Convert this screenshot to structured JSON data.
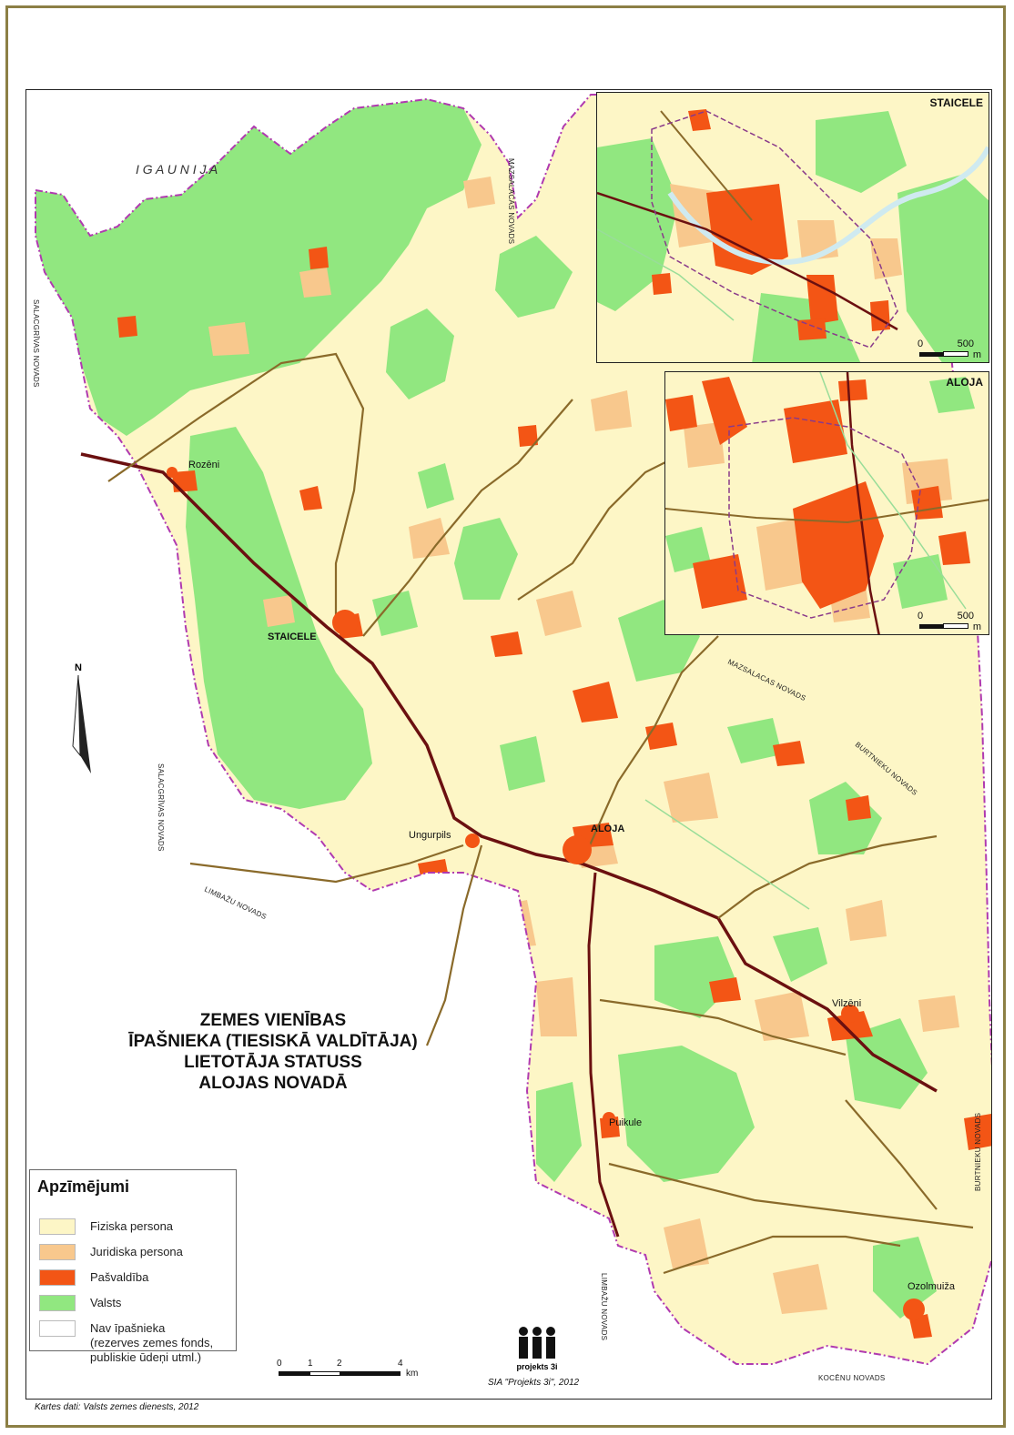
{
  "title": [
    "ZEMES VIENĪBAS",
    "ĪPAŠNIEKA (TIESISKĀ VALDĪTĀJA)",
    "LIETOTĀJA STATUSS",
    "ALOJAS NOVADĀ"
  ],
  "country_label": "I G A U N I J A",
  "neighbors": {
    "salacgrivas": "SALACGRĪVAS NOVADS",
    "mazsalacas": "MAZSALACAS NOVADS",
    "limbazu": "LIMBAŽU NOVADS",
    "burtnieku": "BURTNIEKU NOVADS",
    "kocenu": "KOCĒNU NOVADS"
  },
  "places": {
    "rozeni": "Rozēni",
    "staicele": "STAICELE",
    "ungurpils": "Ungurpils",
    "aloja": "ALOJA",
    "vilzeni": "Vilzēni",
    "puikule": "Puikule",
    "ozolmuiza": "Ozolmuiža"
  },
  "north_label": "N",
  "legend": {
    "title": "Apzīmējumi",
    "items": [
      {
        "label": "Fiziska persona",
        "color": "#fdf6c6"
      },
      {
        "label": "Juridiska persona",
        "color": "#f8c88d"
      },
      {
        "label": "Pašvaldība",
        "color": "#f35515"
      },
      {
        "label": "Valsts",
        "color": "#91e780"
      },
      {
        "label": "Nav īpašnieka",
        "label2": "(rezerves zemes fonds,",
        "label3": "publiskie ūdeņi utml.)",
        "color": "#ffffff"
      }
    ]
  },
  "scale": {
    "ticks": [
      "0",
      "1",
      "2",
      "4"
    ],
    "unit": "km"
  },
  "insets": {
    "staicele": {
      "title": "STAICELE",
      "scale_0": "0",
      "scale_500": "500",
      "unit": "m"
    },
    "aloja": {
      "title": "ALOJA",
      "scale_0": "0",
      "scale_500": "500",
      "unit": "m"
    }
  },
  "logo_text": "projekts 3i",
  "credits": {
    "data_source": "Kartes dati: Valsts zemes dienests, 2012",
    "author": "SIA \"Projekts 3i\", 2012"
  },
  "colors": {
    "boundary": "#b03ab0",
    "road_main": "#6b1010",
    "road_secondary": "#8a6a2a"
  }
}
